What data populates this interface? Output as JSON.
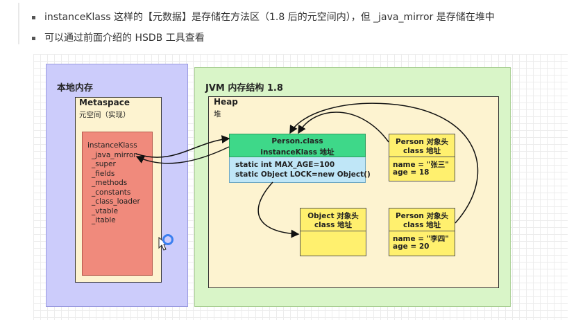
{
  "bullets": [
    "instanceKlass 这样的【元数据】是存储在方法区（1.8 后的元空间内），但 _java_mirror 是存储在堆中",
    "可以通过前面介绍的 HSDB 工具查看"
  ],
  "diagram": {
    "native_title": "本地内存",
    "metaspace_title": "Metaspace",
    "metaspace_subtitle": "元空间（实现）",
    "instance_klass_fields": [
      "instanceKlass",
      "_java_mirror",
      "_super",
      "_fields",
      "_methods",
      "_constants",
      "_class_loader",
      "_vtable",
      "_itable"
    ],
    "jvm_title": "JVM 内存结构 1.8",
    "heap_title": "Heap",
    "heap_subtitle": "堆",
    "person_class": {
      "line1": "Person.class",
      "line2": "instanceKlass 地址",
      "field1": "static int  MAX_AGE=100",
      "field2": "static Object LOCK=new Object()"
    },
    "person1": {
      "head1": "Person 对象头",
      "head2": "class 地址",
      "name": "name = \"张三\"",
      "age": "age = 18"
    },
    "person2": {
      "head1": "Person 对象头",
      "head2": "class 地址",
      "name": "name = \"李四\"",
      "age": "age = 20"
    },
    "object": {
      "head1": "Object 对象头",
      "head2": "class 地址"
    },
    "colors": {
      "native_bg": "#ccccfb",
      "jvm_bg": "#d9f5c8",
      "region_bg": "#fdf3d0",
      "klass_bg": "#f08a7c",
      "class_header": "#3ed889",
      "class_static": "#bfe6f7",
      "object_bg": "#fff06e"
    }
  }
}
